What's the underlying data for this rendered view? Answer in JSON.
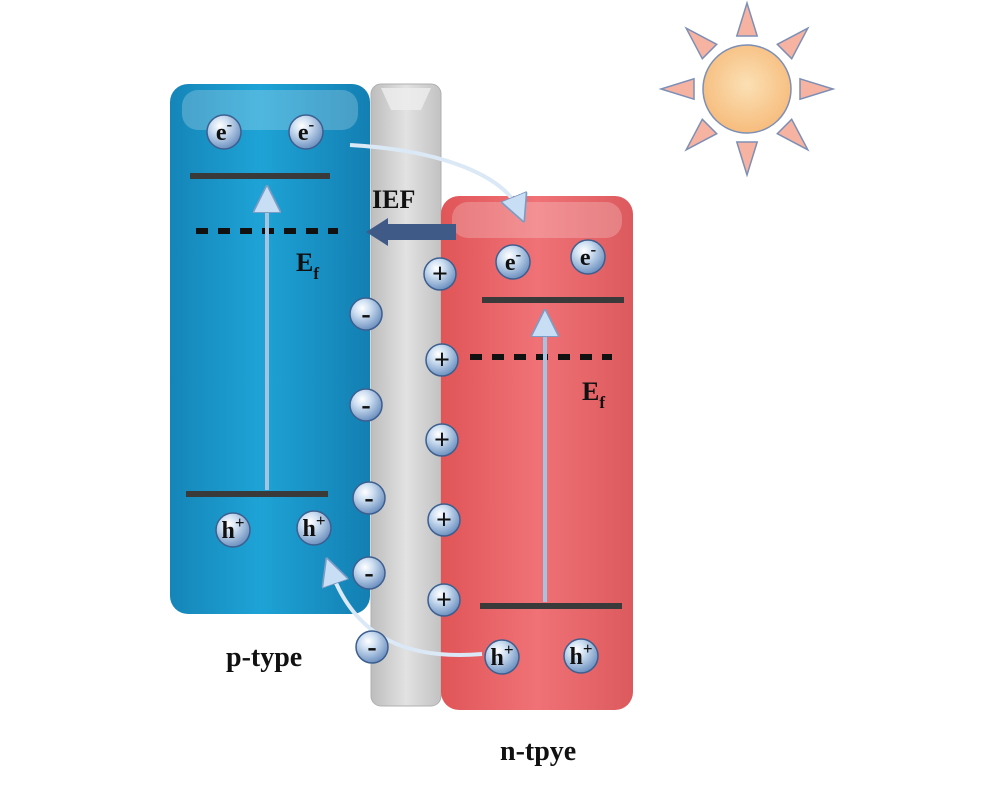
{
  "labels": {
    "ief": "IEF",
    "p_type": "p-type",
    "n_type": "n-tpye",
    "fermi_main": "E",
    "fermi_sub": "f"
  },
  "particles": {
    "electron_main": "e",
    "electron_sup": "-",
    "hole_main": "h",
    "hole_sup": "+",
    "negative": "-",
    "positive": "+"
  },
  "colors": {
    "p_region": "#1a9cd0",
    "n_region": "#ee6a6e",
    "interface": "#cfcfcf",
    "band_line": "#3a3a3a",
    "arrow_light": "#b8d4ee",
    "ief_arrow": "#3f5a86",
    "sun_body": "#f8c88c",
    "sun_ray": "#f4a89a"
  },
  "icons": {
    "sun": "sun-icon",
    "electron": "electron-icon",
    "hole": "hole-icon",
    "negative_charge": "negative-charge-icon",
    "positive_charge": "positive-charge-icon"
  }
}
